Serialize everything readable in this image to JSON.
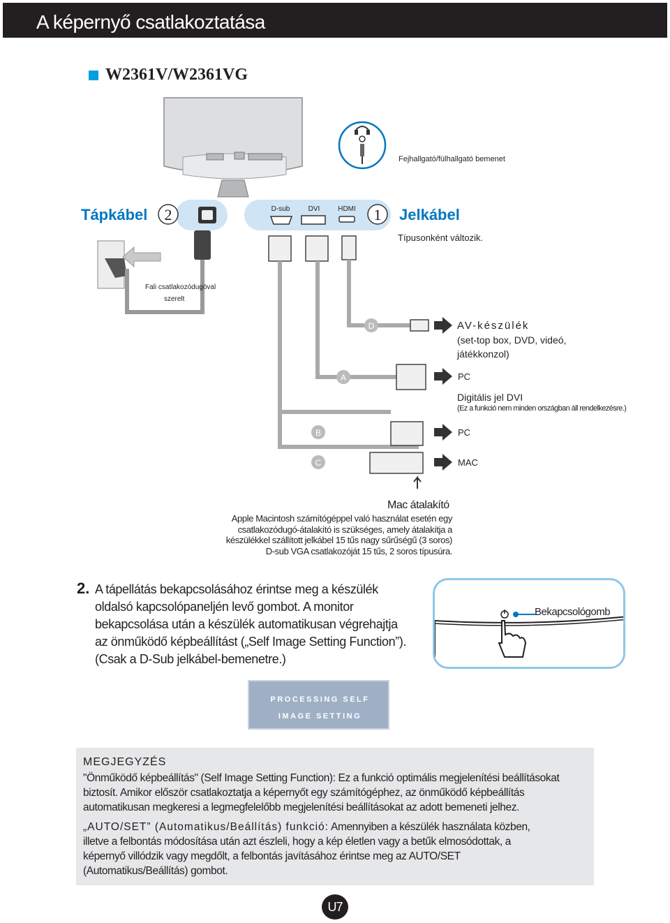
{
  "header": {
    "title": "A képernyő csatlakoztatása"
  },
  "model": {
    "title": "W2361V/W2361VG"
  },
  "diagram": {
    "headphone_label": "Fejhallgató/fülhallgató bemenet",
    "power_cable_label": "Tápkábel",
    "power_number": "2",
    "signal_number": "1",
    "signal_cable_label": "Jelkábel",
    "signal_note": "Típusonként változik.",
    "port_dsub": "D-sub",
    "port_dvi": "DVI",
    "port_hdmi": "HDMI",
    "wall_outlet_line1": "Fali csatlakozódugóval",
    "wall_outlet_line2": "szerelt",
    "letter_a": "A",
    "letter_b": "B",
    "letter_c": "C",
    "letter_d": "D",
    "av_title": "AV-készülék",
    "av_line1": "(set-top box, DVD, videó,",
    "av_line2": "játékkonzol)",
    "pc_a": "PC",
    "dvi_line1": "Digitális jel DVI",
    "dvi_line2": "(Ez a funkció nem minden országban áll rendelkezésre.)",
    "pc_b": "PC",
    "mac_c": "MAC"
  },
  "mac": {
    "title": "Mac átalakító",
    "line1": "Apple Macintosh számítógéppel való használat esetén egy",
    "line2": "csatlakozódugó-átalakító is szükséges, amely átalakítja a",
    "line3": "készülékkel szállított jelkábel 15 tűs nagy sűrűségű (3 soros)",
    "line4": "D-sub VGA csatlakozóját 15 tűs, 2 soros típusúra."
  },
  "step2": {
    "number": "2.",
    "line1": "A tápellátás bekapcsolásához érintse meg a készülék",
    "line2": "oldalsó kapcsolópaneljén levő gombot. A monitor",
    "line3": "bekapcsolása után a készülék automatikusan végrehajtja",
    "line4": "az önműködő képbeállítást („Self Image Setting Function”).",
    "line5": "(Csak a D-Sub jelkábel-bemenetre.)",
    "power_button_label": "Bekapcsológomb"
  },
  "osd": {
    "line1": "PROCESSING SELF",
    "line2": "IMAGE SETTING"
  },
  "note": {
    "title": "MEGJEGYZÉS",
    "p1_bold": "\"Önműködő képbeállítás\" (Self Image Setting Function)",
    "p1_line1_rest": ": Ez a funkció optimális megjelenítési beállításokat",
    "p1_line2": "biztosít. Amikor először csatlakoztatja a képernyőt egy számítógéphez, az önműködő képbeállítás",
    "p1_line3": "automatikusan megkeresi a legmegfelelőbb megjelenítési beállításokat az adott bemeneti jelhez.",
    "p2_lead": "„AUTO/SET” (Automatikus/Beállítás) funkció:",
    "p2_line1_rest": " Amennyiben a készülék használata közben,",
    "p2_line2": "illetve a felbontás módosítása után azt észleli, hogy a kép életlen vagy a betűk elmosódottak, a",
    "p2_line3": "képernyő villódzik vagy megdőlt, a felbontás javításához érintse meg az AUTO/SET",
    "p2_line4": "(Automatikus/Beállítás) gombot."
  },
  "page": {
    "number": "U7"
  },
  "colors": {
    "accent_blue": "#0077c0",
    "square_cyan": "#00a0e0",
    "header_bg": "#231f20",
    "note_bg": "#e6e7e8",
    "osd_bg": "#9fb0c6"
  }
}
